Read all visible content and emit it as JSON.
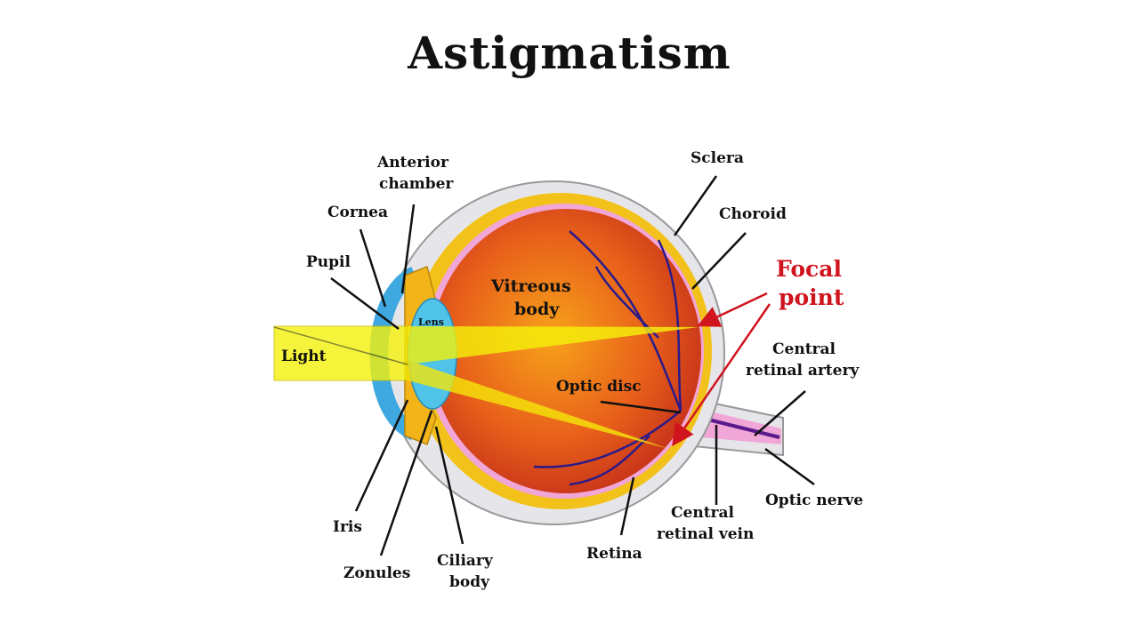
{
  "title": "Astigmatism",
  "labels": {
    "anterior_chamber": [
      "Anterior",
      "chamber"
    ],
    "cornea": "Cornea",
    "pupil": "Pupil",
    "light": "Light",
    "lens": "Lens",
    "vitreous_body": [
      "Vitreous",
      "body"
    ],
    "sclera": "Sclera",
    "choroid": "Choroid",
    "focal_point": [
      "Focal",
      "point"
    ],
    "central_retinal_artery": [
      "Central",
      "retinal artery"
    ],
    "optic_disc": "Optic disc",
    "optic_nerve": "Optic nerve",
    "central_retinal_vein": [
      "Central",
      "retinal vein"
    ],
    "retina": "Retina",
    "iris": "Iris",
    "zonules": "Zonules",
    "ciliary_body": [
      "Ciliary",
      "body"
    ]
  },
  "colors": {
    "accent": "#d0141e",
    "vitreous": "#e8601a",
    "light": "#f5f20a",
    "lens": "#4fc3e8"
  }
}
